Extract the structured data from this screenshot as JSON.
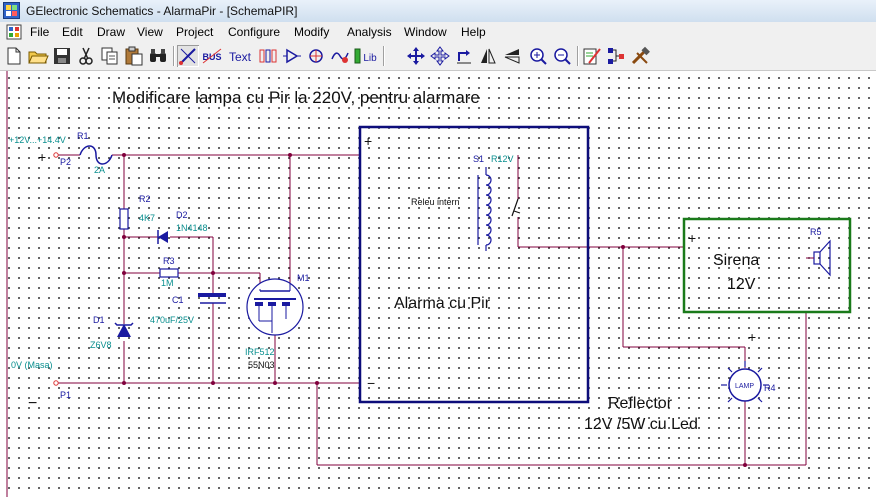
{
  "window": {
    "title": "GElectronic Schematics - AlarmaPir - [SchemaPIR]"
  },
  "menu": [
    "File",
    "Edit",
    "Draw",
    "View",
    "Project",
    "Configure",
    "Modify",
    "Analysis",
    "Window",
    "Help"
  ],
  "toolbar": {
    "buttons": [
      {
        "name": "new-icon",
        "text": ""
      },
      {
        "name": "open-icon",
        "text": ""
      },
      {
        "name": "save-icon",
        "text": ""
      },
      {
        "name": "cut-icon",
        "text": ""
      },
      {
        "name": "copy-icon",
        "text": ""
      },
      {
        "name": "paste-icon",
        "text": ""
      },
      {
        "name": "find-icon",
        "text": ""
      },
      {
        "name": "wire-tool-icon",
        "text": ""
      },
      {
        "name": "bus-tool-icon",
        "text": "BUS"
      },
      {
        "name": "text-tool-icon",
        "text": "Text"
      },
      {
        "name": "net-label-icon",
        "text": ""
      },
      {
        "name": "component-icon",
        "text": ""
      },
      {
        "name": "probe-icon",
        "text": ""
      },
      {
        "name": "simulate-icon",
        "text": ""
      },
      {
        "name": "library-icon",
        "text": "Lib"
      },
      {
        "name": "move-icon",
        "text": ""
      },
      {
        "name": "drag-icon",
        "text": ""
      },
      {
        "name": "rotate-icon",
        "text": ""
      },
      {
        "name": "mirror-icon",
        "text": ""
      },
      {
        "name": "flip-icon",
        "text": ""
      },
      {
        "name": "zoom-in-icon",
        "text": ""
      },
      {
        "name": "zoom-out-icon",
        "text": ""
      },
      {
        "name": "properties-icon",
        "text": ""
      },
      {
        "name": "netlist-icon",
        "text": ""
      },
      {
        "name": "tools-icon",
        "text": ""
      }
    ]
  },
  "schematic": {
    "title": "Modificare lampa cu Pir la 220V, pentru alarmare",
    "supply_pos": {
      "label": "+12V...+14.4V",
      "sign": "+",
      "ref": "P2"
    },
    "supply_neg": {
      "label": "0V (Masa)",
      "sign": "−",
      "ref": "P1"
    },
    "fuse": {
      "ref": "R1",
      "value": "2A"
    },
    "resistor_r2": {
      "ref": "R2",
      "value": "4K7"
    },
    "diode_d2": {
      "ref": "D2",
      "value": "1N4148"
    },
    "resistor_r3": {
      "ref": "R3",
      "value": "1M"
    },
    "capacitor_c1": {
      "ref": "C1",
      "value": "470uF/25V"
    },
    "zener_d1": {
      "ref": "D1",
      "value": "Z6V8"
    },
    "mosfet_m1": {
      "ref": "M1",
      "value": "IRF512",
      "alt": "55N03"
    },
    "alarm_box": {
      "label": "Alarma cu Pir",
      "plus": "+",
      "minus": "−"
    },
    "relay": {
      "ref": "S1",
      "value": "R12V",
      "coil": "Releu intern"
    },
    "siren": {
      "label_line1": "Sirena",
      "label_line2": "12V",
      "ref": "R5",
      "plus": "+"
    },
    "lamp": {
      "ref": "R4",
      "text": "LAMP",
      "plus": "+"
    },
    "reflector": {
      "line1": "Reflector",
      "line2": "12V /5W cu Led"
    },
    "colors": {
      "wire": "#80003c",
      "component": "#1a1aa0",
      "label": "#0a8f8f",
      "alarm_border": "#0d0d7a",
      "siren_border": "#1a7a1a"
    }
  }
}
